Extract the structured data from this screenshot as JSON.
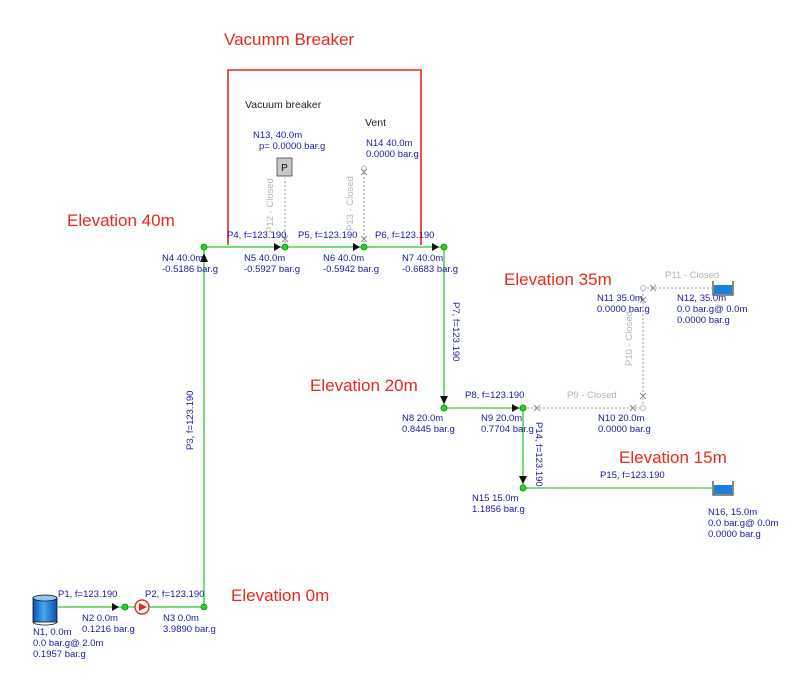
{
  "annotations": {
    "vacuum_breaker_title": "Vacumm Breaker",
    "elev_40": "Elevation 40m",
    "elev_35": "Elevation 35m",
    "elev_20": "Elevation 20m",
    "elev_15": "Elevation 15m",
    "elev_0": "Elevation 0m",
    "vacuum_breaker_label": "Vacuum breaker",
    "vent_label": "Vent"
  },
  "nodes": {
    "n1": {
      "l1": "N1, 0.0m",
      "l2": "0.0 bar.g@ 2.0m",
      "l3": "0.1957 bar.g"
    },
    "n2": {
      "l1": "N2  0.0m",
      "l2": "0.1216 bar.g"
    },
    "n3": {
      "l1": "N3  0.0m",
      "l2": "3.9890 bar.g"
    },
    "n4": {
      "l1": "N4  40.0m",
      "l2": "-0.5186 bar.g"
    },
    "n5": {
      "l1": "N5  40.0m",
      "l2": "-0.5927 bar.g"
    },
    "n6": {
      "l1": "N6  40.0m",
      "l2": "-0.5942 bar.g"
    },
    "n7": {
      "l1": "N7  40.0m",
      "l2": "-0.6683 bar.g"
    },
    "n8": {
      "l1": "N8  20.0m",
      "l2": "0.8445 bar.g"
    },
    "n9": {
      "l1": "N9  20.0m",
      "l2": "0.7704 bar.g"
    },
    "n10": {
      "l1": "N10  20.0m",
      "l2": "0.0000 bar.g"
    },
    "n11": {
      "l1": "N11  35.0m",
      "l2": "0.0000 bar.g"
    },
    "n12": {
      "l1": "N12, 35.0m",
      "l2": "0.0 bar.g@ 0.0m",
      "l3": "0.0000 bar.g"
    },
    "n13": {
      "l1": "N13, 40.0m",
      "l2": "p= 0.0000 bar.g"
    },
    "n14": {
      "l1": "N14  40.0m",
      "l2": "0.0000 bar.g"
    },
    "n15": {
      "l1": "N15  15.0m",
      "l2": "1.1856 bar.g"
    },
    "n16": {
      "l1": "N16, 15.0m",
      "l2": "0.0 bar.g@ 0.0m",
      "l3": "0.0000 bar.g"
    }
  },
  "pipes": {
    "p1": "P1, f=123.190",
    "p2": "P2, f=123.190",
    "p3": "P3, f=123.190",
    "p4": "P4, f=123.190",
    "p5": "P5, f=123.190",
    "p6": "P6, f=123.190",
    "p7": "P7, f=123.190",
    "p8": "P8, f=123.190",
    "p9": "P9 - Closed",
    "p10": "P10 - Closed",
    "p11": "P11 - Closed",
    "p12": "P12 - Closed",
    "p13": "P13 - Closed",
    "p14": "P14, f=123.190",
    "p15": "P15, f=123.190"
  },
  "symbols": {
    "vacuum_breaker_letter": "P"
  },
  "colors": {
    "pipe": "#2ecc2e",
    "node": "#22d822",
    "label_blue": "#1a1aa6",
    "closed_grey": "#b4b4b4",
    "annotation_red": "#e8291c",
    "tank_blue": "#1e7fd8"
  }
}
